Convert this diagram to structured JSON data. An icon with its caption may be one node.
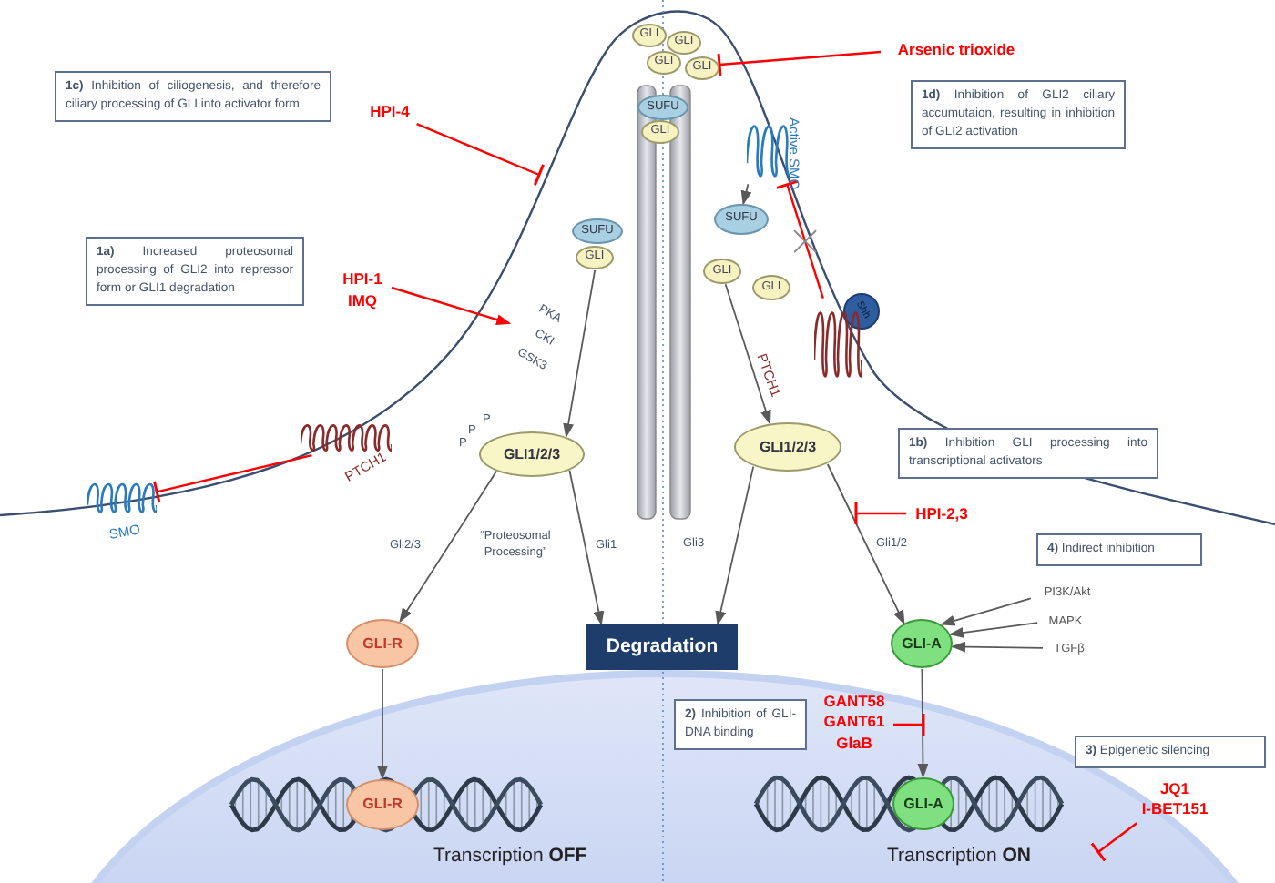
{
  "diagram": {
    "nodes": [
      {
        "text": [
          "GLI"
        ]
      },
      {
        "text": [
          "GLI"
        ]
      },
      {
        "text": [
          "GLI"
        ]
      },
      {
        "text": [
          "GLI"
        ]
      },
      {
        "text": [
          "Arsenic trioxide"
        ]
      },
      {
        "text": [
          "**1c)** Inhibition of ciliogenesis, and therefore ciliary processing of GLI into activator form"
        ]
      },
      {
        "text": [
          "**1d)** Inhibition of GLI2 ciliary accumutaion, resulting in inhibition of GLI2 activation"
        ]
      },
      {
        "text": [
          "HPI-4"
        ]
      },
      {
        "text": [
          "SUFU"
        ]
      },
      {
        "text": [
          "GLI"
        ]
      },
      {
        "text": [],
        "shape": "picture",
        "beside": [
          "Active SMO"
        ]
      },
      {
        "text": [
          "SUFU"
        ]
      },
      {
        "text": [
          "GLI"
        ]
      },
      {
        "text": [
          "**1a)** Increased proteosomal processing of GLI2 into repressor form or GLI1 degradation"
        ]
      },
      {
        "text": [
          "HPI-1",
          "IMQ"
        ]
      },
      {
        "text": [
          "SUFU"
        ]
      },
      {
        "text": [
          "GLI"
        ]
      },
      {
        "text": [
          "GLI"
        ]
      },
      {
        "text": [
          "Shh"
        ]
      },
      {
        "text": [],
        "shape": "picture",
        "beside": [
          "PTCH1"
        ]
      },
      {
        "text": [],
        "shape": "picture",
        "beside": [
          "SMO"
        ]
      },
      {
        "text": [],
        "shape": "picture",
        "beside": [
          "PTCH1"
        ]
      },
      {
        "text": [
          "GLI1/2/3"
        ],
        "beside": [
          "P",
          "P",
          "P"
        ]
      },
      {
        "text": [
          "GLI1/2/3"
        ]
      },
      {
        "text": [
          "**1b)** Inhibition GLI processing into transcriptional activators"
        ]
      },
      {
        "text": [
          "HPI-2,3"
        ]
      },
      {
        "text": [
          "**4)** Indirect inhibition"
        ]
      },
      {
        "text": [
          "GLI-R"
        ]
      },
      {
        "text": [
          "Degradation"
        ]
      },
      {
        "text": [
          "PI3K/Akt"
        ]
      },
      {
        "text": [
          "MAPK"
        ]
      },
      {
        "text": [
          "TGFβ"
        ]
      },
      {
        "text": [
          "GLI-A"
        ]
      },
      {
        "text": [
          "**2)** Inhibition of GLI-DNA binding"
        ]
      },
      {
        "text": [
          "GANT58",
          "GANT61",
          "GlaB"
        ]
      },
      {
        "text": [
          "**3)** Epigenetic silencing"
        ]
      },
      {
        "text": [
          "GLI-R"
        ],
        "beside": [
          "Transcription **OFF**"
        ]
      },
      {
        "text": [
          "GLI-A"
        ],
        "beside": [
          "Transcription **ON**"
        ]
      },
      {
        "text": [
          "JQ1",
          "I-BET151"
        ]
      },
      {
        "text": [
          "PKA",
          "CKI",
          "GSK3"
        ]
      }
    ],
    "edges": [
      {
        "from": 4,
        "to": 3,
        "arrow": "other",
        "color": "#ff0000"
      },
      {
        "from": 7,
        "to": null,
        "arrow": "other",
        "color": "#ff0000"
      },
      {
        "from": 14,
        "to": 39,
        "arrow": "to",
        "color": "#ff0000"
      },
      {
        "from": 10,
        "to": 15,
        "arrow": "to"
      },
      {
        "from": 12,
        "to": 22,
        "arrow": "to"
      },
      {
        "from": 16,
        "to": 23,
        "arrow": "to"
      },
      {
        "from": 19,
        "to": 10,
        "arrow": "other",
        "color": "#ff0000"
      },
      {
        "from": 21,
        "to": 20,
        "arrow": "other",
        "color": "#ff0000"
      },
      {
        "from": 22,
        "to": 27,
        "arrow": "to",
        "label": "Gli2/3"
      },
      {
        "from": 22,
        "to": 28,
        "arrow": "to",
        "label": "Gli1"
      },
      {
        "from": 23,
        "to": 28,
        "arrow": "to",
        "label": "Gli3"
      },
      {
        "from": 23,
        "to": 32,
        "arrow": "to",
        "label": "Gli1/2"
      },
      {
        "from": 25,
        "to": null,
        "arrow": "other",
        "color": "#ff0000"
      },
      {
        "from": 29,
        "to": 32,
        "arrow": "to"
      },
      {
        "from": 30,
        "to": 32,
        "arrow": "to"
      },
      {
        "from": 31,
        "to": 32,
        "arrow": "to"
      },
      {
        "from": 27,
        "to": 36,
        "arrow": "to"
      },
      {
        "from": 32,
        "to": 37,
        "arrow": "to"
      },
      {
        "from": 34,
        "to": null,
        "arrow": "other",
        "color": "#ff0000"
      },
      {
        "from": 38,
        "to": null,
        "arrow": "other",
        "color": "#ff0000"
      }
    ],
    "labels": [
      "“Proteosomal Processing”"
    ]
  }
}
